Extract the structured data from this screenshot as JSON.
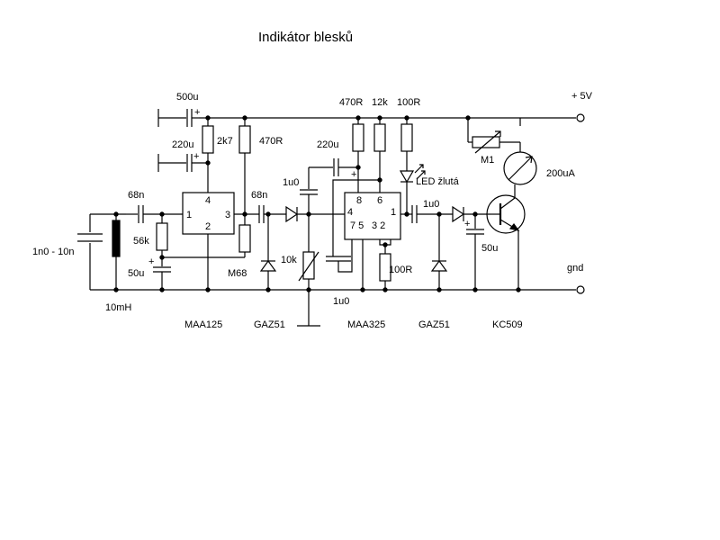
{
  "title": "Indikátor blesků",
  "terminals": {
    "supply": "+ 5V",
    "ground": "gnd"
  },
  "components": {
    "c_500u": "500u",
    "r_2k7": "2k7",
    "r_470r_a": "470R",
    "c_220u_a": "220u",
    "c_220u_b": "220u",
    "r_470r_b": "470R",
    "r_12k": "12k",
    "r_100r_a": "100R",
    "led": "LED žlutá",
    "meter_m1": "M1",
    "meter_200ua": "200uA",
    "c_68n_a": "68n",
    "c_68n_b": "68n",
    "c_1u0_a": "1u0",
    "c_1u0_b": "1u0",
    "c_1u0_c": "1u0",
    "r_56k": "56k",
    "c_50u_a": "50u",
    "c_50u_b": "50u",
    "r_m68": "M68",
    "pot_10k": "10k",
    "r_100r_b": "100R",
    "c_tuning": "1n0 - 10n",
    "l_10mh": "10mH",
    "ic1_name": "MAA125",
    "ic2_name": "MAA325",
    "d1_name": "GAZ51",
    "d2_name": "GAZ51",
    "t1_name": "KC509"
  },
  "pins": {
    "ic1_p1": "1",
    "ic1_p2": "2",
    "ic1_p3": "3",
    "ic1_p4": "4",
    "ic2_p8": "8",
    "ic2_p6": "6",
    "ic2_p4": "4",
    "ic2_p1": "1",
    "ic2_p75": "7 5",
    "ic2_p32": "3 2"
  },
  "polarity": {
    "plus_500u": "+",
    "plus_220u_a": "+",
    "plus_220u_b": "+",
    "plus_50u_a": "+",
    "plus_50u_b": "+"
  }
}
